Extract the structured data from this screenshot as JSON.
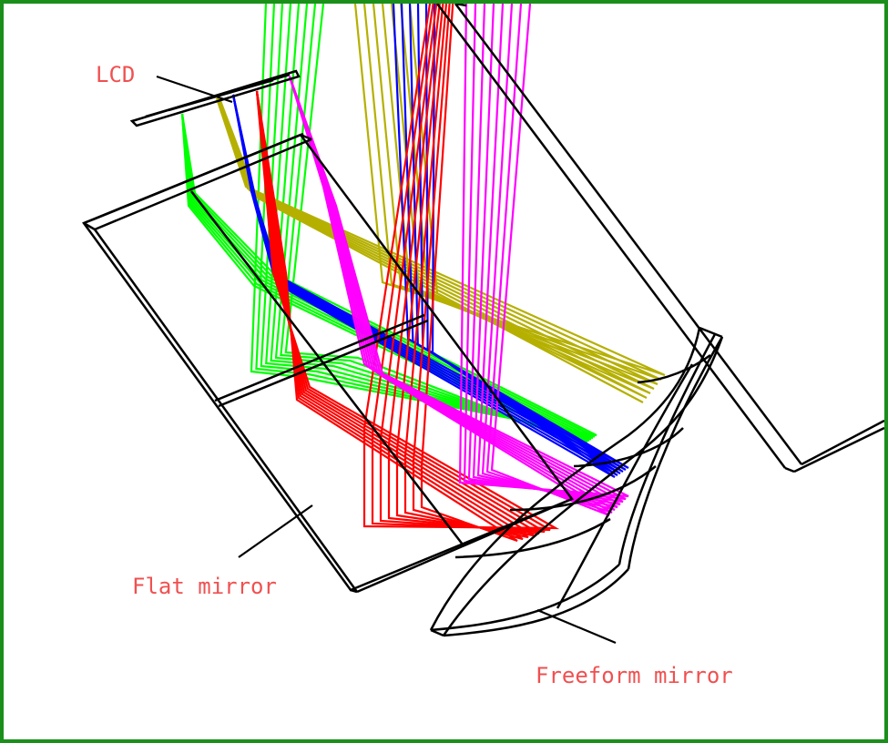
{
  "labels": {
    "lcd": "LCD",
    "flat_mirror": "Flat mirror",
    "freeform_mirror": "Freeform mirror"
  },
  "colors": {
    "frame": "#1a8f1a",
    "label": "#f05050",
    "outline": "#000000",
    "ray_green": "#00ff00",
    "ray_yellow": "#b5b000",
    "ray_blue": "#0000ff",
    "ray_red": "#ff0000",
    "ray_magenta": "#ff00ff"
  }
}
